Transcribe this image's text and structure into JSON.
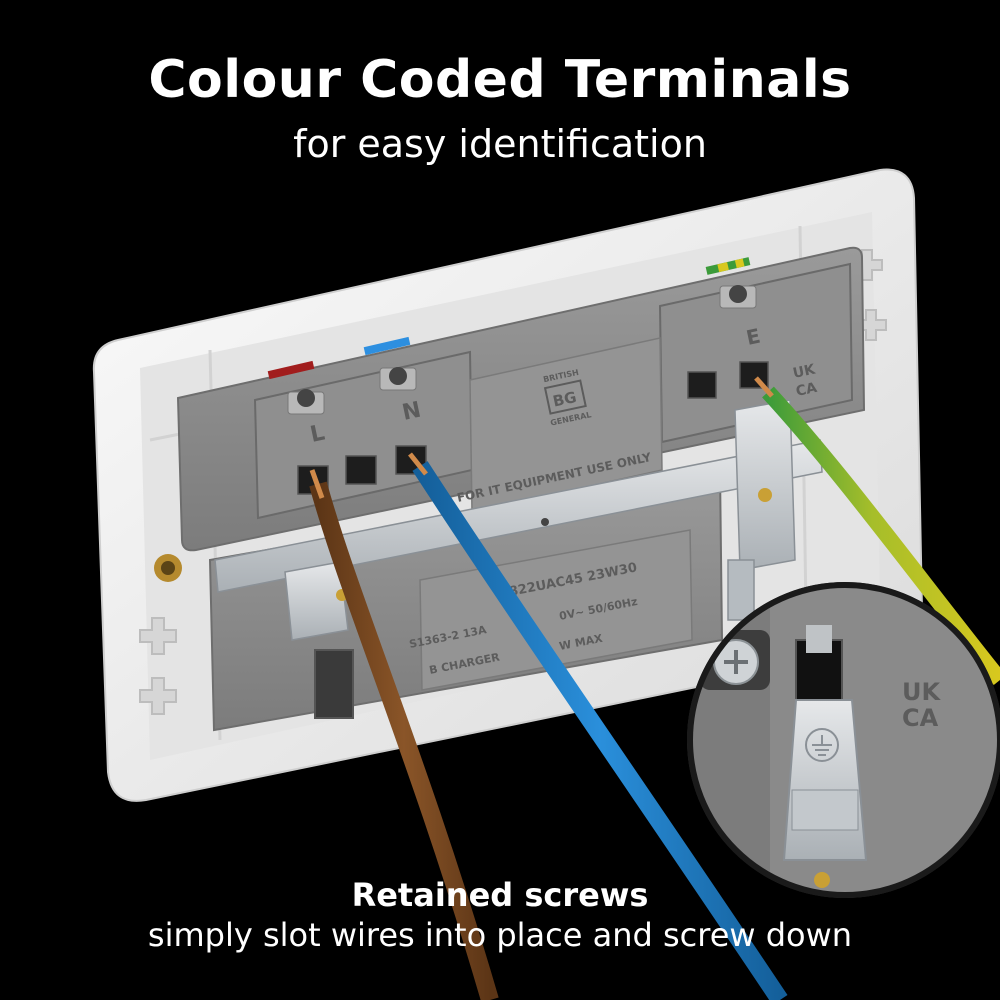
{
  "headline": {
    "title": "Colour Coded Terminals",
    "subtitle": "for easy identification"
  },
  "caption": {
    "title": "Retained screws",
    "text": "simply slot wires into place and screw down"
  },
  "terminals": {
    "live": "L",
    "neutral": "N",
    "earth": "E"
  },
  "markings": {
    "brand_top": "BRITISH",
    "brand_logo": "BG",
    "brand_bottom": "GENERAL",
    "it_notice": "FOR IT EQUIPMENT USE ONLY",
    "model_code": "822UAC45 23W30",
    "rating_left": "S1363-2 13A",
    "rating_right": "0V~ 50/60Hz",
    "charger": "B CHARGER",
    "charger_max": "W MAX",
    "ukca_top": "UK",
    "ukca_bottom": "CA",
    "zoom_ukca_top": "UK",
    "zoom_ukca_bottom": "CA"
  },
  "colors": {
    "background": "#000000",
    "plate": "#efefef",
    "housing": "#8c8c8c",
    "live_wire": "#7a4a22",
    "neutral_wire": "#1f7fc8",
    "earth_wire_green": "#3c9b3a",
    "earth_wire_yellow": "#d8c81e",
    "live_marker": "#a11d1d",
    "neutral_marker": "#2d8fe0"
  }
}
